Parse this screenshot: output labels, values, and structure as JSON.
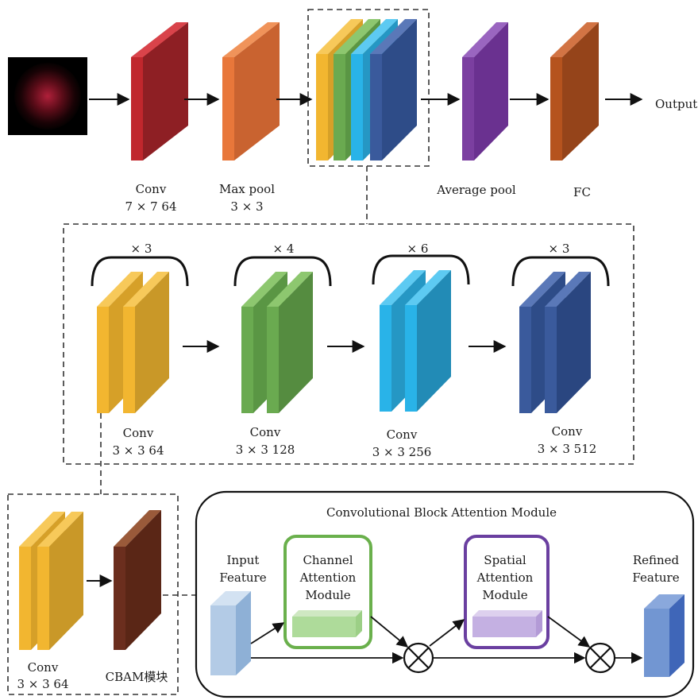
{
  "top_row": {
    "conv_label": "Conv",
    "conv_sub": "7 × 7 64",
    "maxpool_label": "Max pool",
    "maxpool_sub": "3 × 3",
    "avgpool_label": "Average pool",
    "fc_label": "FC",
    "output_label": "Output"
  },
  "stages": [
    {
      "multiplier": "× 3",
      "label": "Conv",
      "sub": "3 × 3 64",
      "color": "#f2b630"
    },
    {
      "multiplier": "× 4",
      "label": "Conv",
      "sub": "3 × 3 128",
      "color": "#6aaa50"
    },
    {
      "multiplier": "× 6",
      "label": "Conv",
      "sub": "3 × 3 256",
      "color": "#29b3e8"
    },
    {
      "multiplier": "× 3",
      "label": "Conv",
      "sub": "3 × 3 512",
      "color": "#3a5a9c"
    }
  ],
  "detail": {
    "conv_label": "Conv",
    "conv_sub": "3 × 3 64",
    "cbam_label": "CBAM模块"
  },
  "cbam": {
    "title": "Convolutional Block Attention Module",
    "input_label_1": "Input",
    "input_label_2": "Feature",
    "channel_1": "Channel",
    "channel_2": "Attention",
    "channel_3": "Module",
    "spatial_1": "Spatial",
    "spatial_2": "Attention",
    "spatial_3": "Module",
    "refined_1": "Refined",
    "refined_2": "Feature"
  },
  "colors": {
    "conv7": "#c0272d",
    "maxpool": "#e8773a",
    "avgpool": "#7b3fa0",
    "fc": "#b5531e",
    "cbam_block": "#6b2e1e",
    "channel_border": "#6ab04c",
    "spatial_border": "#6a3fa0"
  }
}
